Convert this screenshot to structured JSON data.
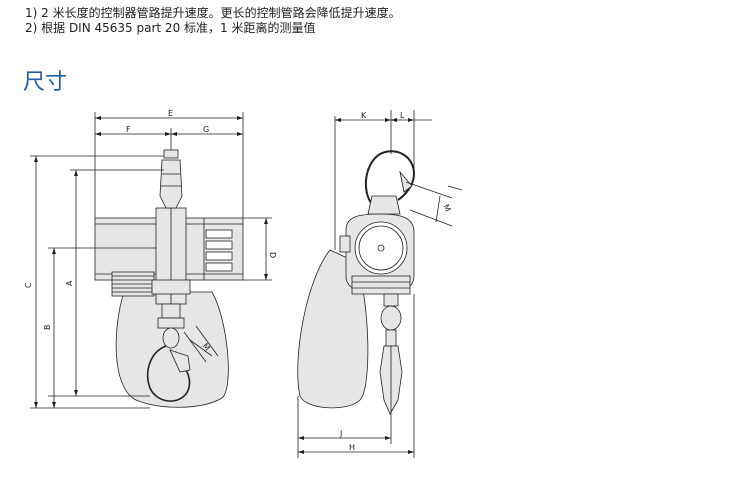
{
  "notes": {
    "line1": "1) 2 米长度的控制器管路提升速度。更长的控制管路会降低提升速度。",
    "line2": "2) 根据 DIN 45635 part 20 标准，1 米距离的测量值"
  },
  "section_title": "尺寸",
  "dimension_labels": {
    "E": "E",
    "F": "F",
    "G": "G",
    "D": "D",
    "C": "C",
    "A": "A",
    "B": "B",
    "M_front": "M",
    "K": "K",
    "L": "L",
    "M_side": "M",
    "J": "J",
    "H": "H"
  },
  "colors": {
    "heading": "#1f5fa8",
    "line": "#222222",
    "fill": "#e6e6e6"
  }
}
